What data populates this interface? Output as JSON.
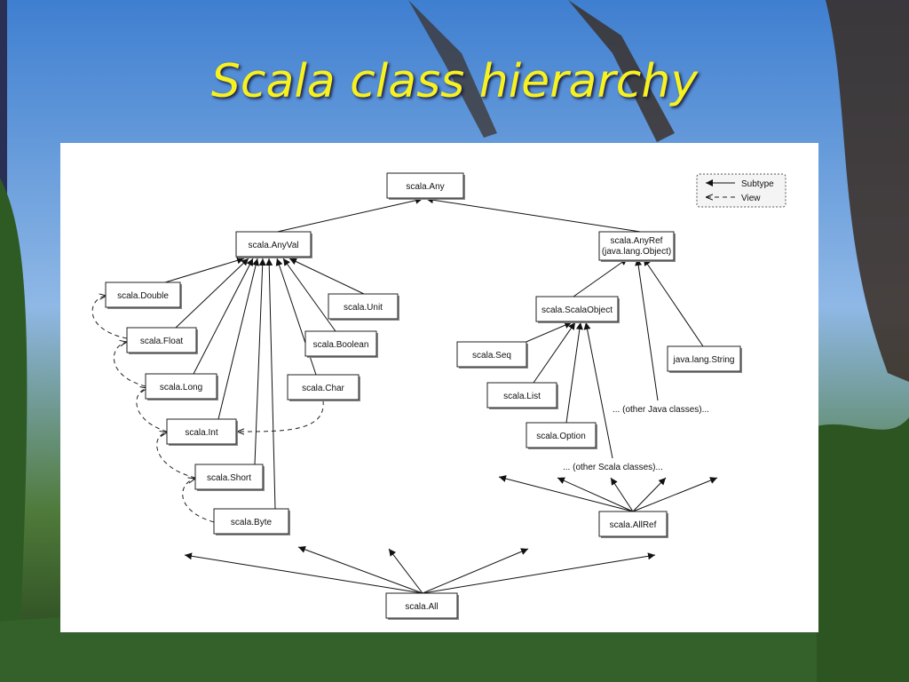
{
  "slide": {
    "title": "Scala class hierarchy"
  },
  "legend": {
    "subtype": "Subtype",
    "view": "View"
  },
  "notes": {
    "other_java": "... (other Java classes)...",
    "other_scala": "... (other Scala classes)..."
  },
  "nodes": {
    "any": "scala.Any",
    "anyval": "scala.AnyVal",
    "anyref_1": "scala.AnyRef",
    "anyref_2": "(java.lang.Object)",
    "double": "scala.Double",
    "float": "scala.Float",
    "long": "scala.Long",
    "int": "scala.Int",
    "short": "scala.Short",
    "byte": "scala.Byte",
    "unit": "scala.Unit",
    "boolean": "scala.Boolean",
    "char": "scala.Char",
    "scalaobject": "scala.ScalaObject",
    "string": "java.lang.String",
    "seq": "scala.Seq",
    "list": "scala.List",
    "option": "scala.Option",
    "allref": "scala.AllRef",
    "all": "scala.All"
  }
}
